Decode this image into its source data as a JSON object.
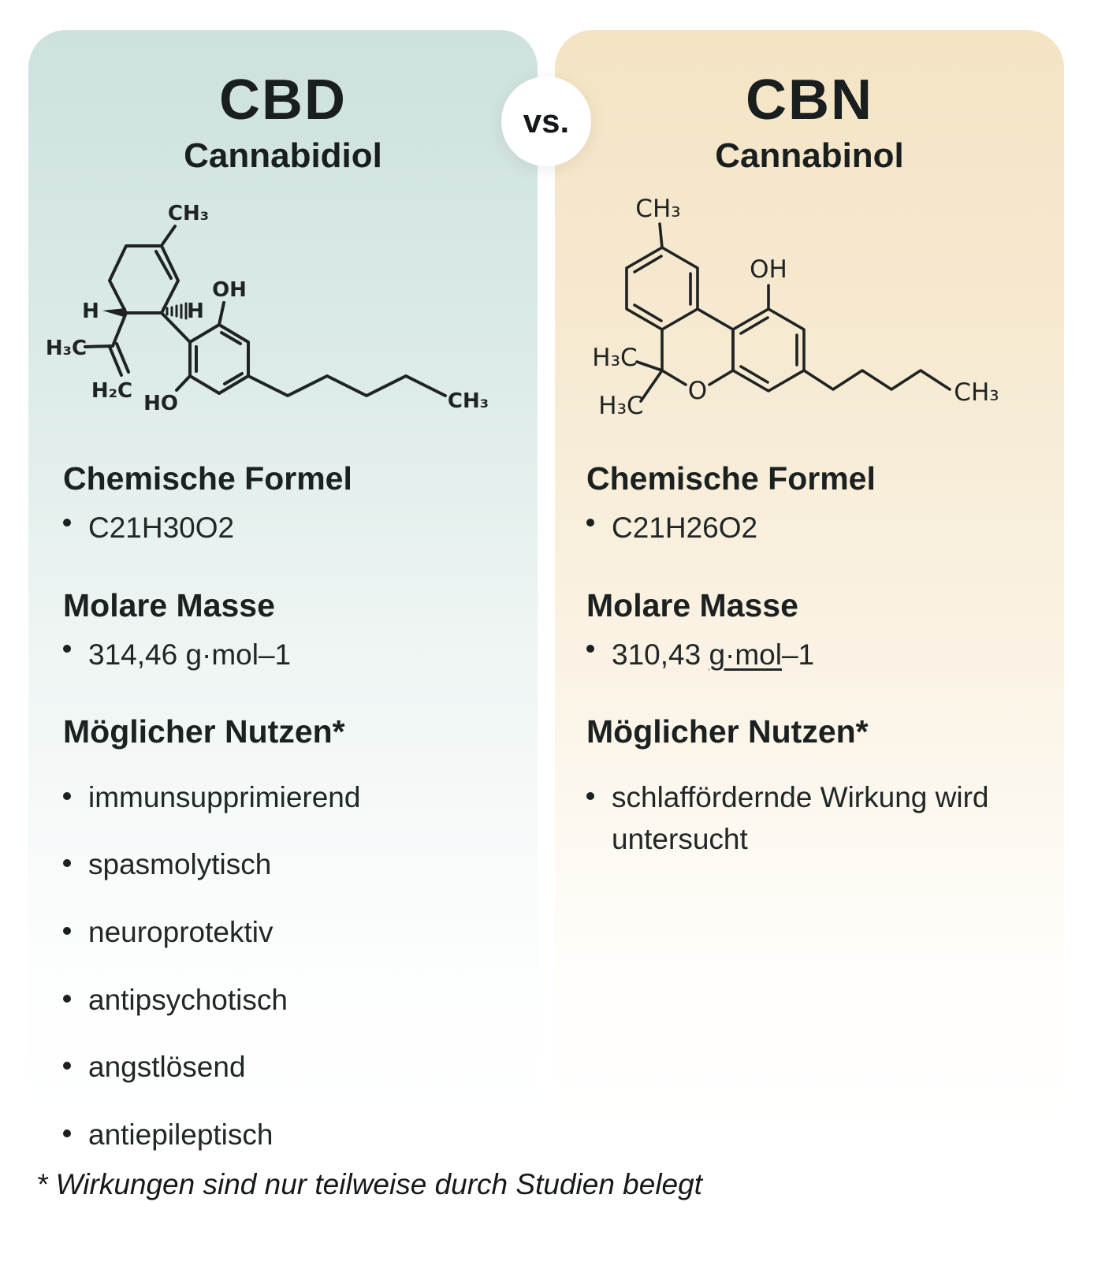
{
  "badge": {
    "label": "vs."
  },
  "colors": {
    "left_panel_top": "#cde1de",
    "right_panel_top": "#f4e4c4",
    "text": "#1f2423",
    "badge_bg": "#ffffff"
  },
  "left": {
    "abbr": "CBD",
    "name": "Cannabidiol",
    "formula_heading": "Chemische Formel",
    "formula": "C21H30O2",
    "mass_heading": "Molare Masse",
    "mass": "314,46 g·mol–1",
    "benefits_heading": "Möglicher Nutzen*",
    "benefits": [
      "immunsupprimierend",
      "spasmolytisch",
      "neuroprotektiv",
      "antipsychotisch",
      "angstlösend",
      "antiepileptisch"
    ],
    "structure": {
      "labels": {
        "methyl_top": "CH₃",
        "hydroxyl_top": "OH",
        "h_left": "H",
        "h_right": "H",
        "isopropenyl_methyl": "H₃C",
        "methylene": "H₂C",
        "hydroxyl_bottom": "HO",
        "pentyl_end": "CH₃"
      }
    }
  },
  "right": {
    "abbr": "CBN",
    "name": "Cannabinol",
    "formula_heading": "Chemische Formel",
    "formula": "C21H26O2",
    "mass_heading": "Molare Masse",
    "mass_prefix": "310,43 ",
    "mass_underlined": "g·mol",
    "mass_suffix": "–1",
    "benefits_heading": "Möglicher Nutzen*",
    "benefits": [
      "schlaffördernde Wirkung wird untersucht"
    ],
    "structure": {
      "labels": {
        "methyl_top": "CH₃",
        "hydroxyl": "OH",
        "gem_methyl_upper": "H₃C",
        "gem_methyl_lower": "H₃C",
        "oxygen": "O",
        "pentyl_end": "CH₃"
      }
    }
  },
  "footer": {
    "note": "* Wirkungen sind nur teilweise durch Studien belegt"
  }
}
